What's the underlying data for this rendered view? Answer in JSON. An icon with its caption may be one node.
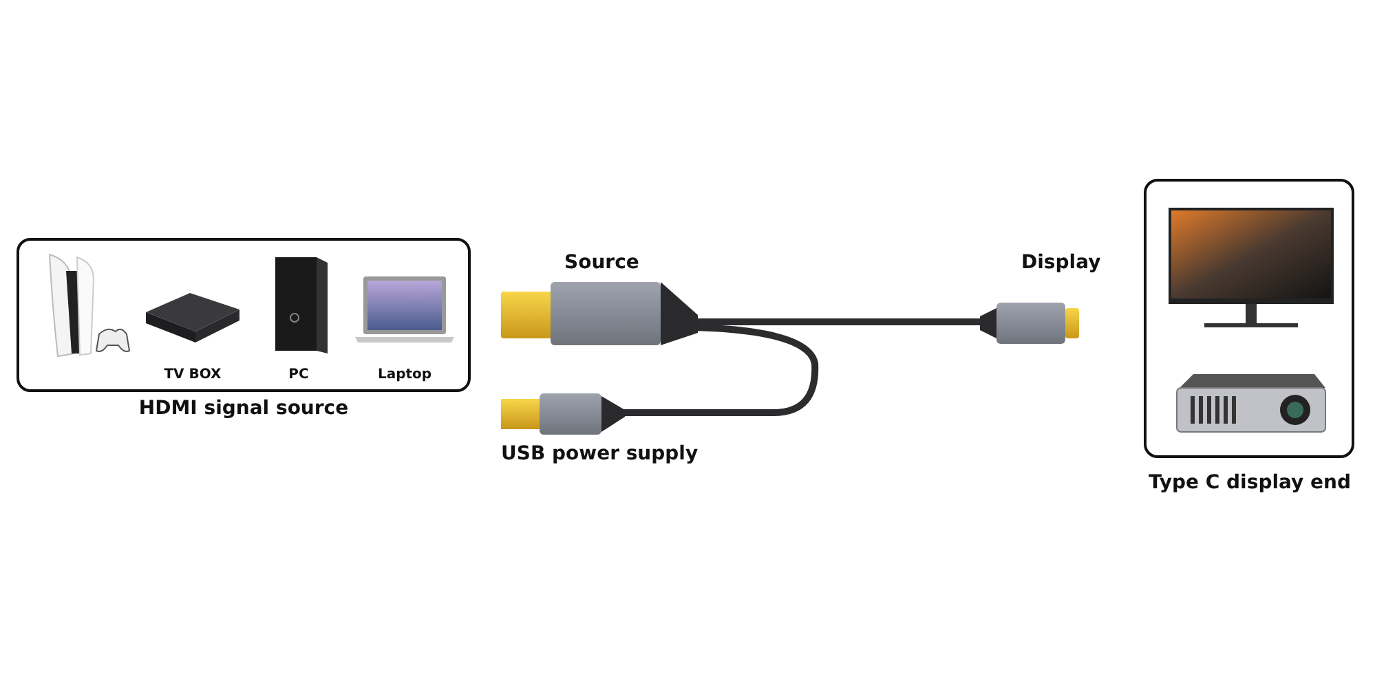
{
  "diagram": {
    "nodes": [
      {
        "text": [
          "HDMI signal source"
        ]
      },
      {
        "text": [],
        "shape": "picture",
        "in": 0
      },
      {
        "text": [
          "TV BOX"
        ],
        "in": 0
      },
      {
        "text": [
          "PC"
        ],
        "in": 0
      },
      {
        "text": [
          "Laptop"
        ],
        "in": 0
      },
      {
        "text": [
          "Type C display end"
        ]
      },
      {
        "text": [],
        "shape": "picture",
        "in": 5
      },
      {
        "text": [],
        "shape": "picture",
        "in": 5
      }
    ],
    "edges": [],
    "labels": [
      "Source",
      "Display",
      "USB power supply"
    ]
  }
}
